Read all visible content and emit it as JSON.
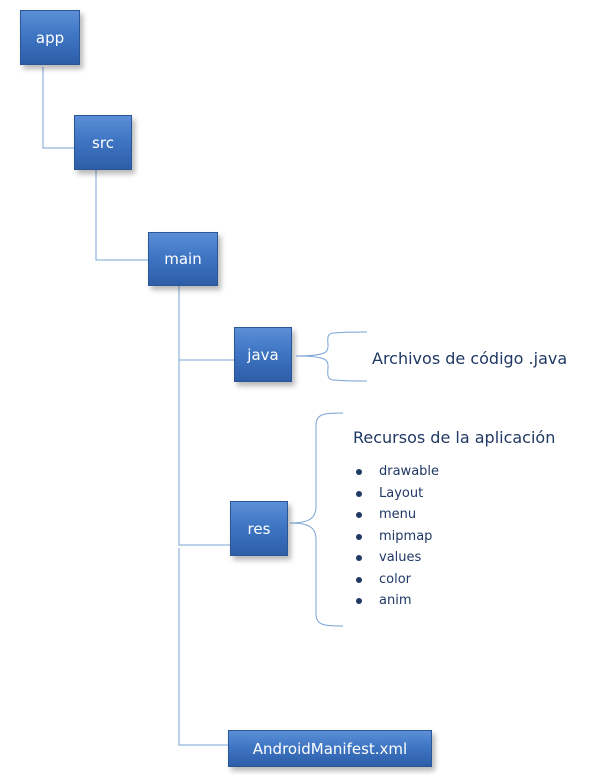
{
  "nodes": {
    "app": "app",
    "src": "src",
    "main": "main",
    "java": "java",
    "res": "res",
    "manifest": "AndroidManifest.xml"
  },
  "descriptions": {
    "java": "Archivos  de código .java",
    "res_title": "Recursos de la aplicación"
  },
  "res_items": [
    "drawable",
    "Layout",
    "menu",
    "mipmap",
    "values",
    "color",
    "anim"
  ],
  "colors": {
    "box_fill": "#3f76c4",
    "box_border": "#2a5596",
    "connector": "#7aa3d6",
    "text": "#1f3864"
  }
}
